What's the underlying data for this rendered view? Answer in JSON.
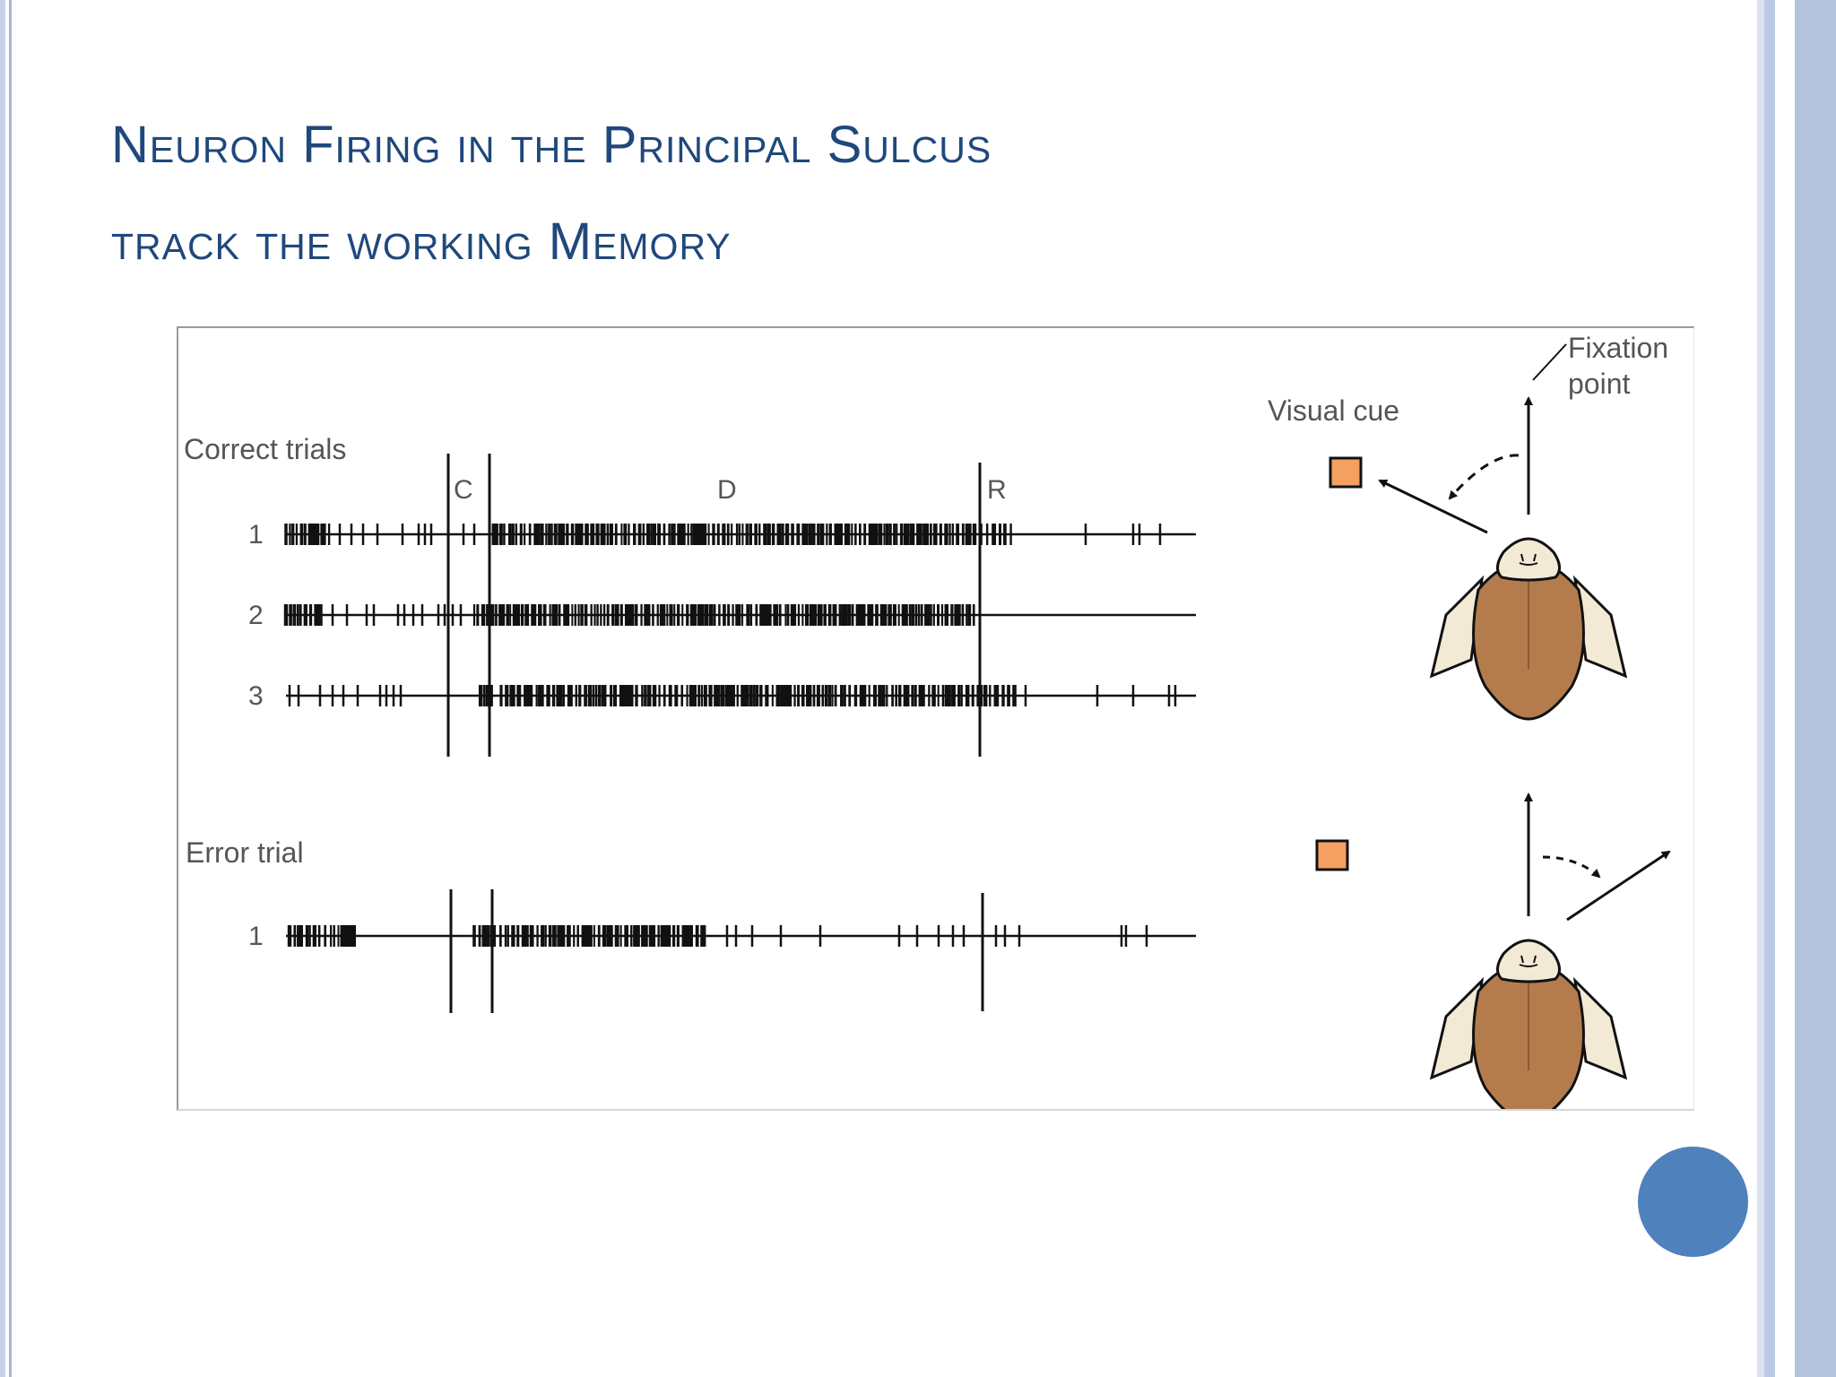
{
  "slide": {
    "title_line1": "Neuron Firing in the Principal Sulcus",
    "title_line2": "track the working Memory"
  },
  "figure": {
    "correct_label": "Correct trials",
    "error_label": "Error trial",
    "period_labels": [
      "C",
      "D",
      "R"
    ],
    "correct_rows": [
      "1",
      "2",
      "3"
    ],
    "error_rows": [
      "1"
    ],
    "visual_cue_label": "Visual cue",
    "fixation_label_line1": "Fixation",
    "fixation_label_line2": "point"
  },
  "colors": {
    "title": "#1f487c",
    "cue_square": "#f4a062",
    "head": "#b47c4c",
    "snout": "#f3ead6",
    "page_circle": "#4f81bd"
  }
}
